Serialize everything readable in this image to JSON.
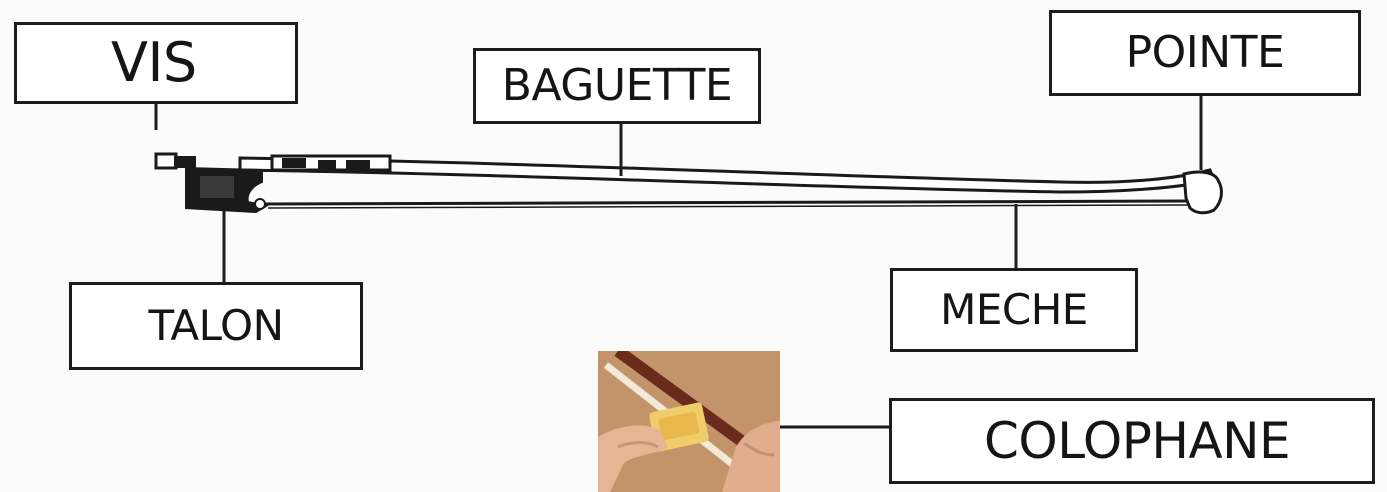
{
  "labels": {
    "vis": "VIS",
    "baguette": "BAGUETTE",
    "pointe": "POINTE",
    "talon": "TALON",
    "meche": "MECHE",
    "colophane": "COLOPHANE"
  },
  "illustration": {
    "subject": "violin-bow",
    "photo": "hand-applying-rosin-to-bow"
  },
  "colors": {
    "ink": "#1c1c1c",
    "paper": "#fbfbfb",
    "photo_background": "#c89a6e",
    "bow_wood": "#6a2a1c",
    "rosin": "#f0cc6a"
  }
}
